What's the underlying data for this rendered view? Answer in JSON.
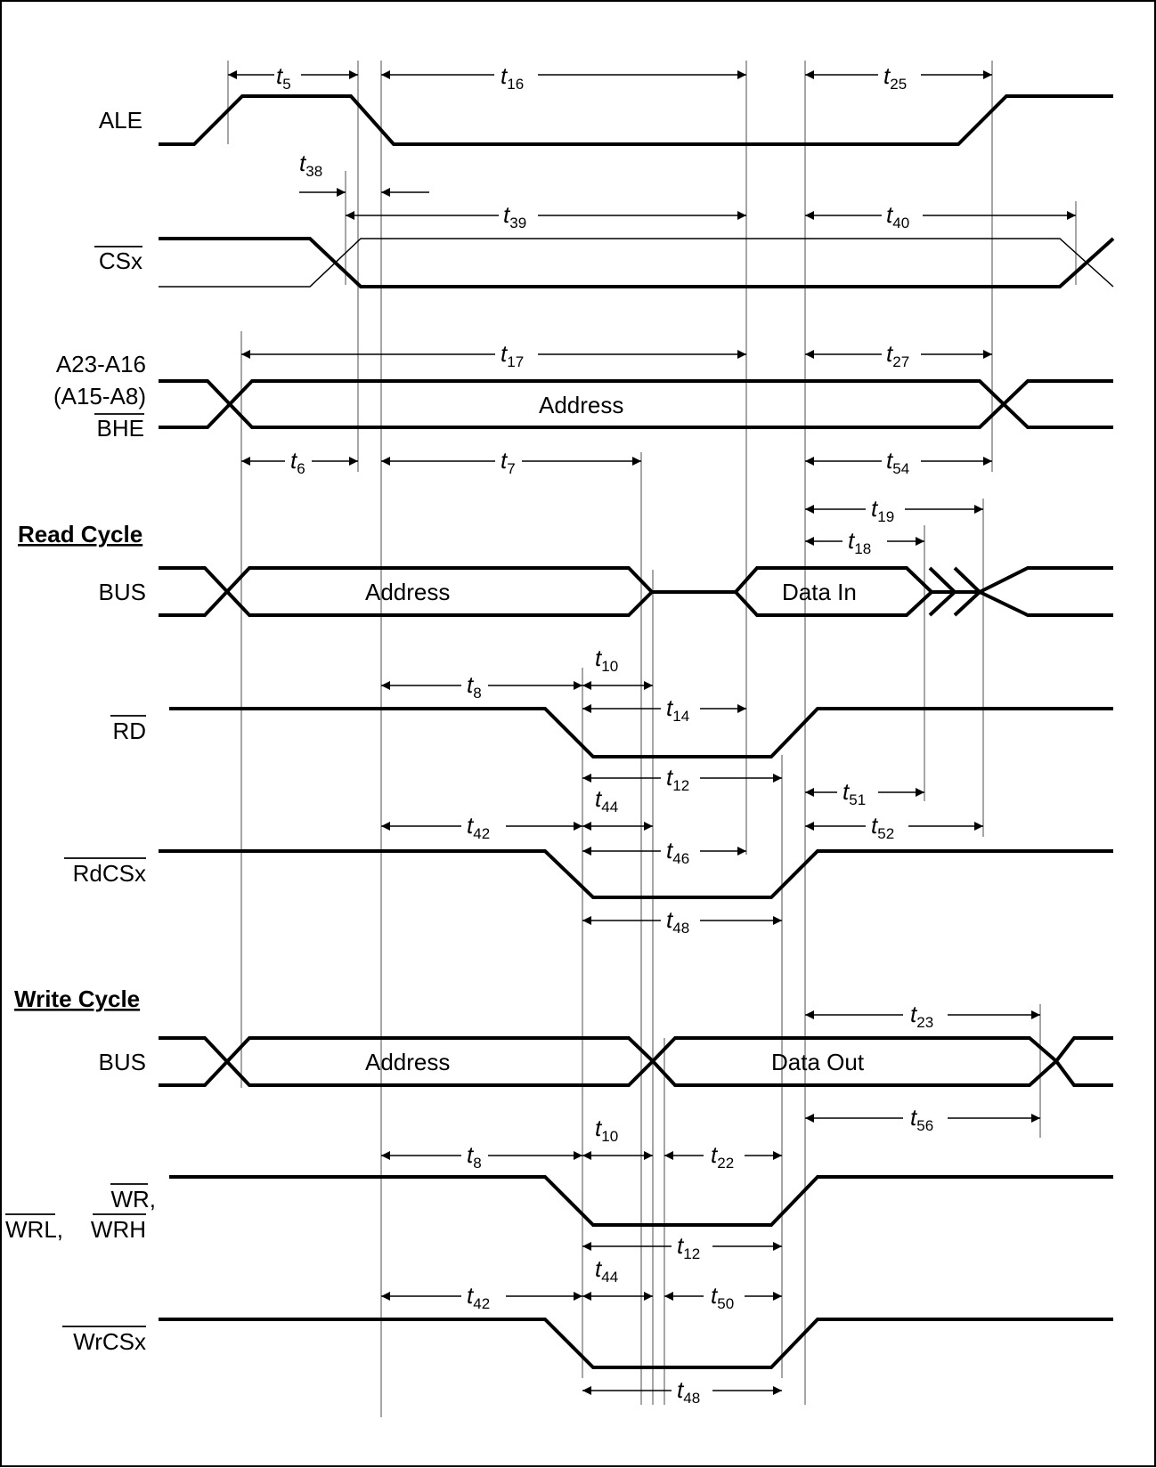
{
  "signals": {
    "ale": "ALE",
    "csx": "CSx",
    "a23": "A23-A16",
    "a15": "(A15-A8)",
    "bhe": "BHE",
    "bus_read": "BUS",
    "rd": "RD",
    "rdcsx": "RdCSx",
    "bus_write": "BUS",
    "wr": "WR,",
    "wrl": "WRL,",
    "wrh": "WRH",
    "wrcsx": "WrCSx"
  },
  "sections": {
    "read": "Read Cycle",
    "write": "Write Cycle"
  },
  "bus": {
    "address_top": "Address",
    "address_read": "Address",
    "data_in": "Data In",
    "address_write": "Address",
    "data_out": "Data Out"
  },
  "timings": [
    {
      "id": "t5",
      "letter": "t",
      "sub": "5"
    },
    {
      "id": "t16",
      "letter": "t",
      "sub": "16"
    },
    {
      "id": "t25",
      "letter": "t",
      "sub": "25"
    },
    {
      "id": "t38",
      "letter": "t",
      "sub": "38"
    },
    {
      "id": "t39",
      "letter": "t",
      "sub": "39"
    },
    {
      "id": "t40",
      "letter": "t",
      "sub": "40"
    },
    {
      "id": "t17",
      "letter": "t",
      "sub": "17"
    },
    {
      "id": "t27",
      "letter": "t",
      "sub": "27"
    },
    {
      "id": "t6",
      "letter": "t",
      "sub": "6"
    },
    {
      "id": "t7",
      "letter": "t",
      "sub": "7"
    },
    {
      "id": "t54",
      "letter": "t",
      "sub": "54"
    },
    {
      "id": "t19",
      "letter": "t",
      "sub": "19"
    },
    {
      "id": "t18",
      "letter": "t",
      "sub": "18"
    },
    {
      "id": "t10r",
      "letter": "t",
      "sub": "10"
    },
    {
      "id": "t8r",
      "letter": "t",
      "sub": "8"
    },
    {
      "id": "t14",
      "letter": "t",
      "sub": "14"
    },
    {
      "id": "t12r",
      "letter": "t",
      "sub": "12"
    },
    {
      "id": "t51",
      "letter": "t",
      "sub": "51"
    },
    {
      "id": "t44r",
      "letter": "t",
      "sub": "44"
    },
    {
      "id": "t42r",
      "letter": "t",
      "sub": "42"
    },
    {
      "id": "t52",
      "letter": "t",
      "sub": "52"
    },
    {
      "id": "t46",
      "letter": "t",
      "sub": "46"
    },
    {
      "id": "t48r",
      "letter": "t",
      "sub": "48"
    },
    {
      "id": "t23",
      "letter": "t",
      "sub": "23"
    },
    {
      "id": "t56",
      "letter": "t",
      "sub": "56"
    },
    {
      "id": "t10w",
      "letter": "t",
      "sub": "10"
    },
    {
      "id": "t8w",
      "letter": "t",
      "sub": "8"
    },
    {
      "id": "t22",
      "letter": "t",
      "sub": "22"
    },
    {
      "id": "t12w",
      "letter": "t",
      "sub": "12"
    },
    {
      "id": "t44w",
      "letter": "t",
      "sub": "44"
    },
    {
      "id": "t42w",
      "letter": "t",
      "sub": "42"
    },
    {
      "id": "t50",
      "letter": "t",
      "sub": "50"
    },
    {
      "id": "t48w",
      "letter": "t",
      "sub": "48"
    }
  ]
}
